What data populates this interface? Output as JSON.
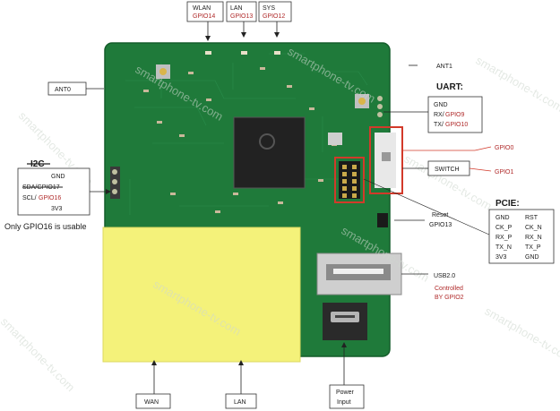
{
  "top_labels": {
    "wlan": {
      "line1": "WLAN",
      "line2": "GPIO14"
    },
    "lan": {
      "line1": "LAN",
      "line2": "GPIO13"
    },
    "sys": {
      "line1": "SYS",
      "line2": "GPIO12"
    }
  },
  "left_labels": {
    "ant0": "ANT0",
    "i2c": "I2C",
    "gnd": "GND",
    "sda": "SDA/GPIO17",
    "scl_prefix": "SCL/",
    "scl_gpio": "GPIO16",
    "v3": "3V3",
    "note": "Only GPIO16 is usable"
  },
  "right_labels": {
    "ant1": "ANT1",
    "uart_title": "UART:",
    "uart_gnd": "GND",
    "uart_rx_prefix": "RX/",
    "uart_rx_gpio": "GPIO9",
    "uart_tx_prefix": "TX/",
    "uart_tx_gpio": "GPIO10",
    "gpio0": "GPIO0",
    "switch": "SWITCH",
    "gpio1": "GPIO1",
    "reset_line1": "Reset",
    "reset_line2": "GPIO13",
    "pcie_title": "PCIE:",
    "pcie_rows": [
      [
        "GND",
        "RST"
      ],
      [
        "CK_P",
        "CK_N"
      ],
      [
        "RX_P",
        "RX_N"
      ],
      [
        "TX_N",
        "TX_P"
      ],
      [
        "3V3",
        "GND"
      ]
    ],
    "usb": "USB2.0",
    "usb_note_line1": "Controlled",
    "usb_note_line2": "BY GPIO2"
  },
  "bottom_labels": {
    "wan": "WAN",
    "lan": "LAN",
    "power_line1": "Power",
    "power_line2": "Input"
  },
  "watermark": "smartphone-tv.com",
  "colors": {
    "pcb": "#1f7a3a",
    "pcb_dark": "#14602b",
    "label_red": "#b02a2a",
    "highlight": "#d23a2a",
    "sticker": "#f4f27a"
  }
}
